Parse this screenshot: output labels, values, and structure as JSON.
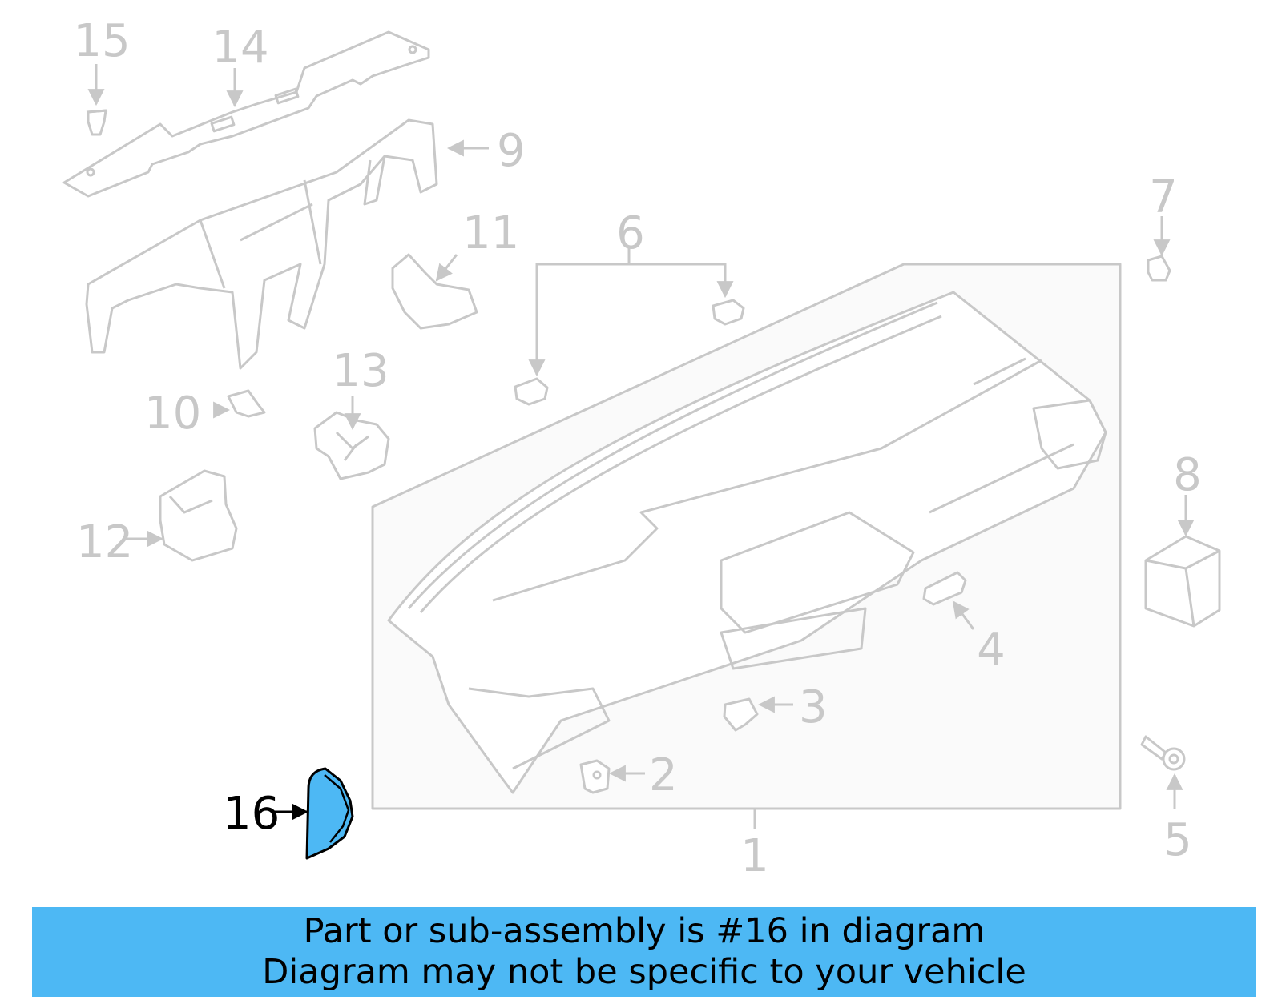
{
  "diagram": {
    "highlight_color": "#4db8f4",
    "line_color": "#c8c8c8",
    "callouts": {
      "c1": "1",
      "c2": "2",
      "c3": "3",
      "c4": "4",
      "c5": "5",
      "c6": "6",
      "c7": "7",
      "c8": "8",
      "c9": "9",
      "c10": "10",
      "c11": "11",
      "c12": "12",
      "c13": "13",
      "c14": "14",
      "c15": "15",
      "c16": "16"
    }
  },
  "banner": {
    "line1": "Part or sub-assembly is #16 in diagram",
    "line2": "Diagram may not be specific to your vehicle",
    "background": "#4db8f4"
  }
}
